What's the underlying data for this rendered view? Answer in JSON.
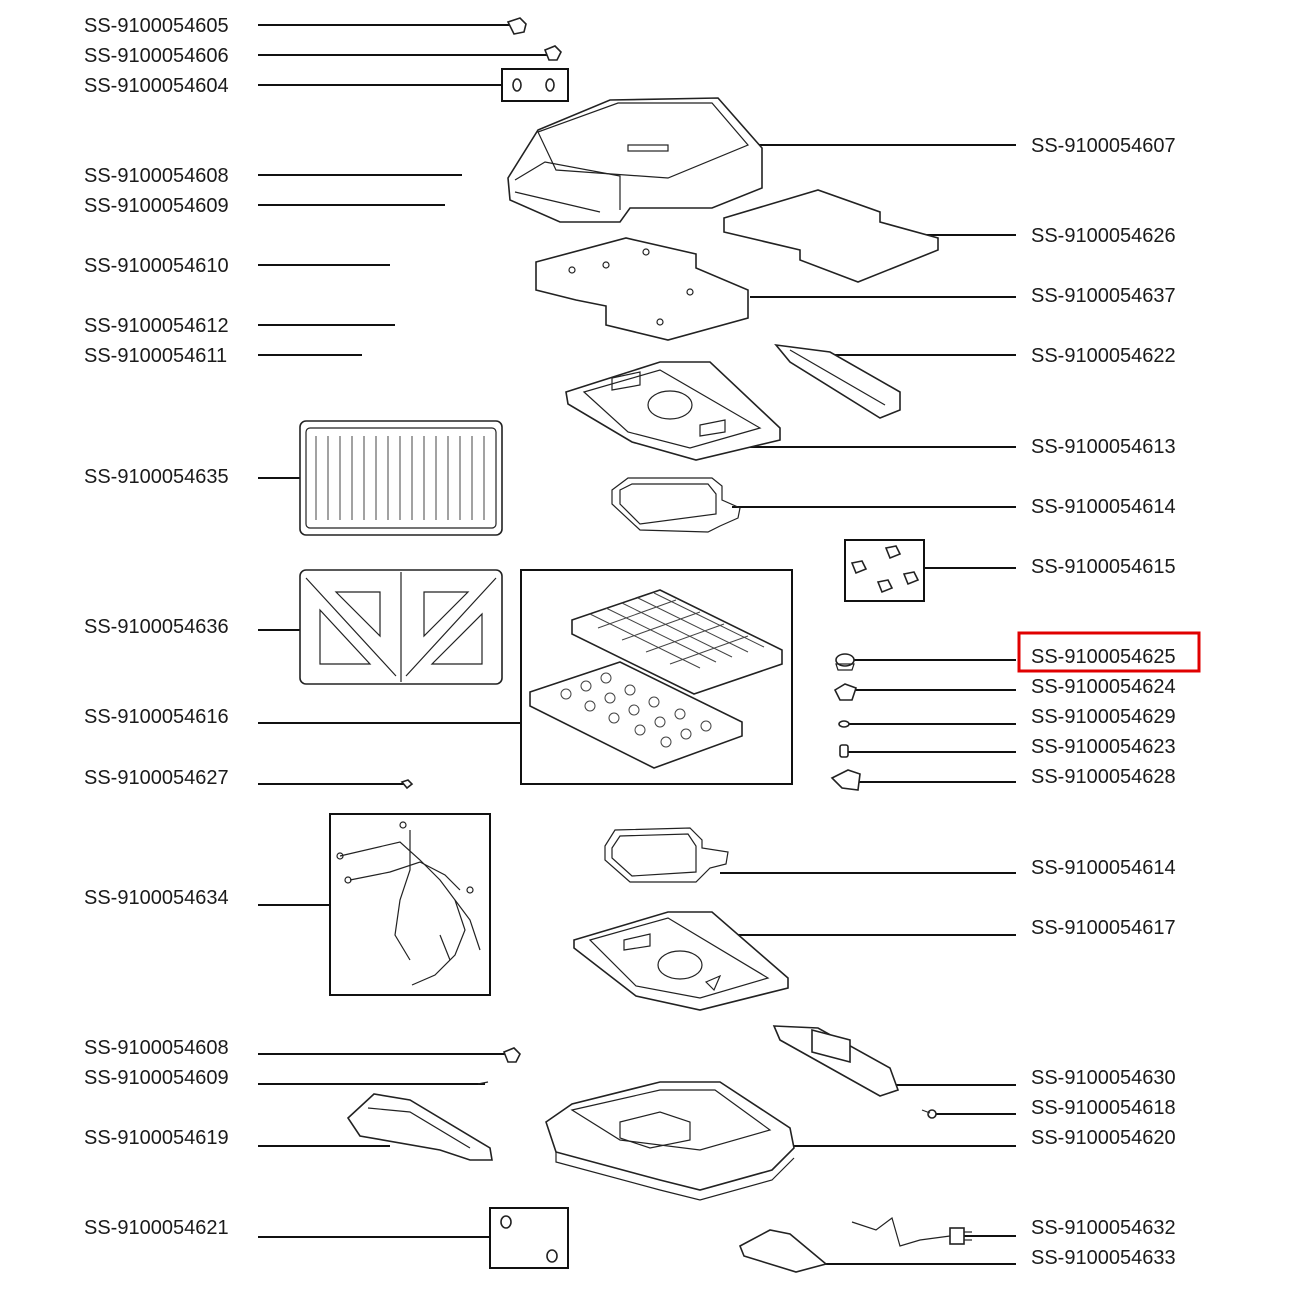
{
  "labels_left": [
    "SS-9100054605",
    "SS-9100054606",
    "SS-9100054604",
    "SS-9100054608",
    "SS-9100054609",
    "SS-9100054610",
    "SS-9100054612",
    "SS-9100054611",
    "SS-9100054635",
    "SS-9100054636",
    "SS-9100054616",
    "SS-9100054627",
    "SS-9100054634",
    "SS-9100054608",
    "SS-9100054609",
    "SS-9100054619",
    "SS-9100054621"
  ],
  "labels_right": [
    "SS-9100054607",
    "SS-9100054626",
    "SS-9100054637",
    "SS-9100054622",
    "SS-9100054613",
    "SS-9100054614",
    "SS-9100054615",
    "SS-9100054625",
    "SS-9100054624",
    "SS-9100054629",
    "SS-9100054623",
    "SS-9100054628",
    "SS-9100054614",
    "SS-9100054617",
    "SS-9100054630",
    "SS-9100054618",
    "SS-9100054620",
    "SS-9100054632",
    "SS-9100054633"
  ],
  "highlighted_label": "SS-9100054625",
  "colors": {
    "highlight": "#e00000",
    "line": "#111111"
  }
}
